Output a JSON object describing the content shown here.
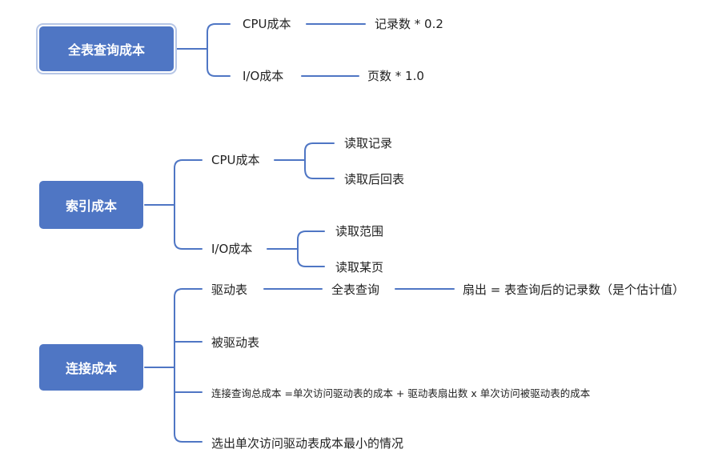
{
  "line_color": "#4f76c4",
  "box_color": "#4f76c4",
  "full_scan": {
    "title": "全表查询成本",
    "cpu_label": "CPU成本",
    "cpu_value": "记录数 * 0.2",
    "io_label": "I/O成本",
    "io_value": "页数 * 1.0"
  },
  "index_cost": {
    "title": "索引成本",
    "cpu_label": "CPU成本",
    "cpu_children": [
      "读取记录",
      "读取后回表"
    ],
    "io_label": "I/O成本",
    "io_children": [
      "读取范围",
      "读取某页"
    ]
  },
  "join_cost": {
    "title": "连接成本",
    "driving_table": "驱动表",
    "full_table_query": "全表查询",
    "fanout": "扇出 = 表查询后的记录数（是个估计值）",
    "driven_table": "被驱动表",
    "formula": "连接查询总成本 =单次访问驱动表的成本 + 驱动表扇出数 x 单次访问被驱动表的成本",
    "choose": "选出单次访问驱动表成本最小的情况"
  }
}
